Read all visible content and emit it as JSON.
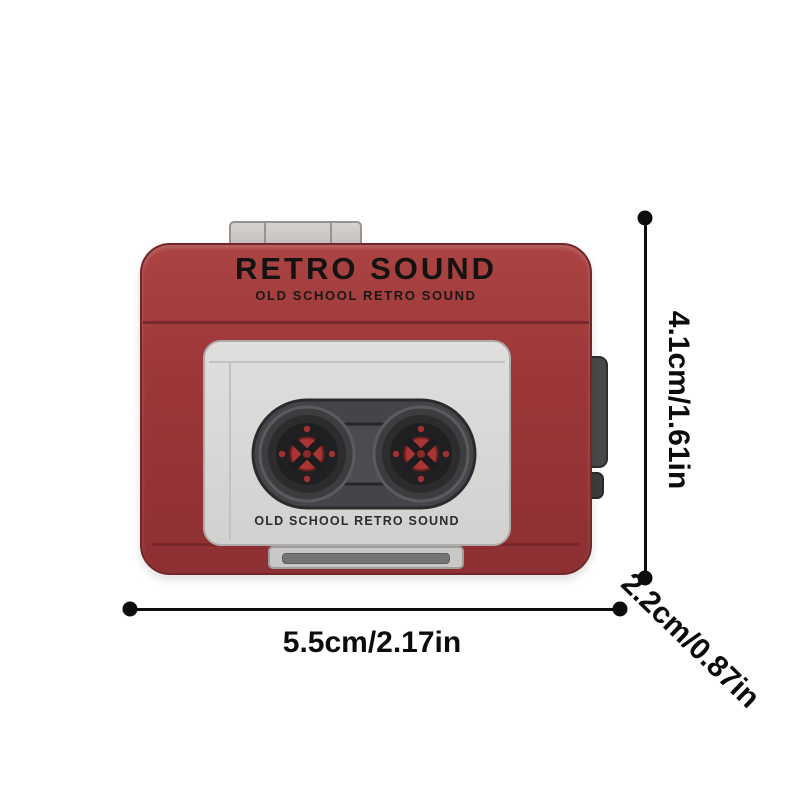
{
  "device": {
    "title": "RETRO SOUND",
    "subtitle": "OLD SCHOOL RETRO SOUND",
    "cassette_label": "OLD SCHOOL RETRO SOUND",
    "colors": {
      "body_red": "#9c3739",
      "panel_gray": "#d9d8d6",
      "capsule_dark": "#454549",
      "reel_hub_red": "#ab3534",
      "tab_gray": "#c9c6c3"
    }
  },
  "annotations": {
    "width": "5.5cm/2.17in",
    "height": "4.1cm/1.61in",
    "depth": "2.2cm/0.87in",
    "line_color": "#0d0d0d"
  }
}
